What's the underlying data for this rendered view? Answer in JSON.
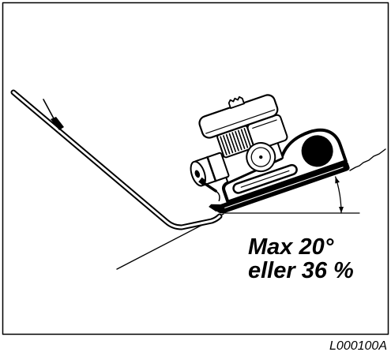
{
  "annotation": {
    "line1": "Max 20°",
    "line2": "eller 36 %"
  },
  "figure_code": "L000100A",
  "colors": {
    "ink": "#000000",
    "paper": "#ffffff"
  }
}
